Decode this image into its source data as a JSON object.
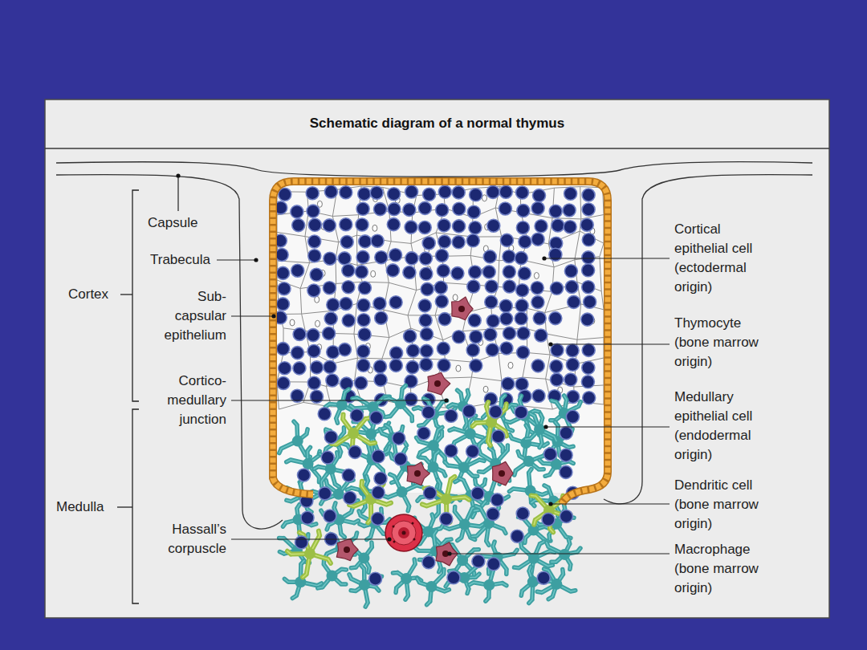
{
  "diagram": {
    "title": "Schematic diagram of a normal thymus",
    "labels": [
      "Capsule",
      "Trabecula",
      "Cortex",
      "Sub- capsular epithelium",
      "Cortical epithelial cell (ectodermal origin)",
      "Thymocyte (bone marrow origin)",
      "Cortico- medullary junction",
      "Medullary epithelial cell (endodermal origin)",
      "Dendritic cell (bone marrow origin)",
      "Medulla",
      "Hassall’s corpuscle",
      "Macrophage (bone marrow origin)"
    ]
  }
}
